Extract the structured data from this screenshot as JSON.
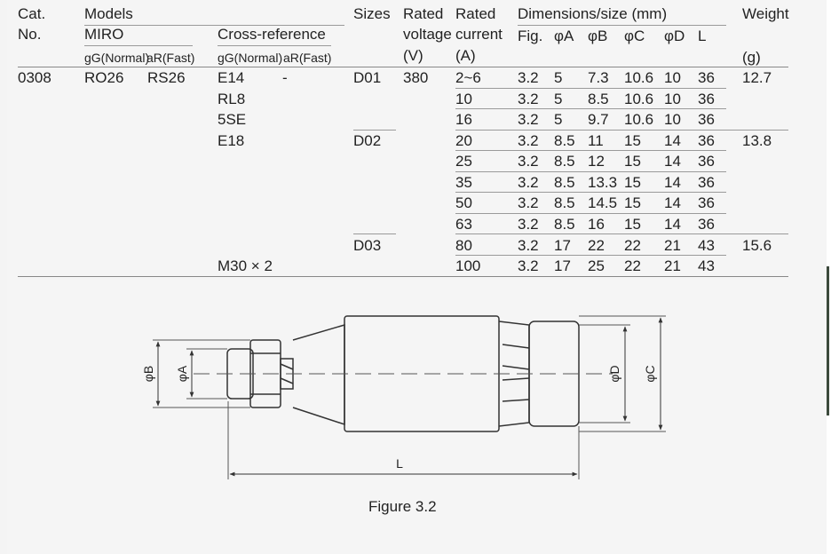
{
  "header": {
    "cat_no": "Cat.",
    "cat_no2": "No.",
    "models": "Models",
    "miro": "MIRO",
    "miro_gg": "gG(Normal)",
    "miro_ar": "aR(Fast)",
    "cross_ref": "Cross-reference",
    "cross_gg": "gG(Normal)",
    "cross_ar": "aR(Fast)",
    "sizes": "Sizes",
    "rated_voltage_1": "Rated",
    "rated_voltage_2": "voltage",
    "rated_voltage_unit": "(V)",
    "rated_current_1": "Rated",
    "rated_current_2": "current",
    "rated_current_unit": "(A)",
    "dimensions": "Dimensions/size (mm)",
    "fig": "Fig.",
    "dA": "φA",
    "dB": "φB",
    "dC": "φC",
    "dD": "φD",
    "L": "L",
    "weight": "Weight",
    "weight_unit": "(g)"
  },
  "product": {
    "cat_no": "0308",
    "miro_gg": "RO26",
    "miro_ar": "RS26",
    "cross_ref_gg": [
      "E14",
      "RL8",
      "5SE",
      "E18",
      "M30 × 2"
    ],
    "cross_ref_ar": "-"
  },
  "rows": [
    {
      "size": "D01",
      "voltage": "380",
      "current": "2~6",
      "fig": "3.2",
      "A": "5",
      "B": "7.3",
      "C": "10.6",
      "D": "10",
      "L": "36",
      "weight": "12.7"
    },
    {
      "size": "",
      "voltage": "",
      "current": "10",
      "fig": "3.2",
      "A": "5",
      "B": "8.5",
      "C": "10.6",
      "D": "10",
      "L": "36",
      "weight": ""
    },
    {
      "size": "",
      "voltage": "",
      "current": "16",
      "fig": "3.2",
      "A": "5",
      "B": "9.7",
      "C": "10.6",
      "D": "10",
      "L": "36",
      "weight": ""
    },
    {
      "size": "D02",
      "voltage": "",
      "current": "20",
      "fig": "3.2",
      "A": "8.5",
      "B": "11",
      "C": "15",
      "D": "14",
      "L": "36",
      "weight": "13.8"
    },
    {
      "size": "",
      "voltage": "",
      "current": "25",
      "fig": "3.2",
      "A": "8.5",
      "B": "12",
      "C": "15",
      "D": "14",
      "L": "36",
      "weight": ""
    },
    {
      "size": "",
      "voltage": "",
      "current": "35",
      "fig": "3.2",
      "A": "8.5",
      "B": "13.3",
      "C": "15",
      "D": "14",
      "L": "36",
      "weight": ""
    },
    {
      "size": "",
      "voltage": "",
      "current": "50",
      "fig": "3.2",
      "A": "8.5",
      "B": "14.5",
      "C": "15",
      "D": "14",
      "L": "36",
      "weight": ""
    },
    {
      "size": "",
      "voltage": "",
      "current": "63",
      "fig": "3.2",
      "A": "8.5",
      "B": "16",
      "C": "15",
      "D": "14",
      "L": "36",
      "weight": ""
    },
    {
      "size": "D03",
      "voltage": "",
      "current": "80",
      "fig": "3.2",
      "A": "17",
      "B": "22",
      "C": "22",
      "D": "21",
      "L": "43",
      "weight": "15.6"
    },
    {
      "size": "",
      "voltage": "",
      "current": "100",
      "fig": "3.2",
      "A": "17",
      "B": "25",
      "C": "22",
      "D": "21",
      "L": "43",
      "weight": ""
    }
  ],
  "figure": {
    "caption": "Figure 3.2",
    "label_B": "φB",
    "label_A": "φA",
    "label_D": "φD",
    "label_C": "φC",
    "label_L": "L"
  }
}
